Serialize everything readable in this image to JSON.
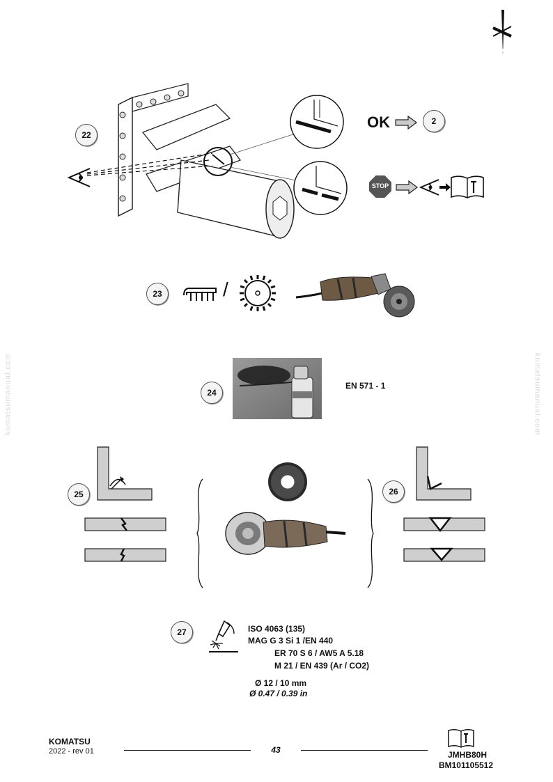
{
  "watermark": "komatsumanual.com",
  "steps": {
    "s22": "22",
    "s23": "23",
    "s24": "24",
    "s25": "25",
    "s26": "26",
    "s27": "27",
    "next": "2"
  },
  "labels": {
    "ok": "OK",
    "stop": "STOP",
    "slash": "/"
  },
  "spray_label": "EN 571 -  1",
  "welding": {
    "line1": "ISO 4063 (135)",
    "line2": "MAG  G 3 Si 1 /EN 440",
    "line3": "ER 70 S 6 / AW5 A 5.18",
    "line4": "M 21 / EN 439 (Ar / CO2)",
    "dia_mm": "Ø 12 / 10 mm",
    "dia_in": "Ø 0.47 / 0.39 in"
  },
  "footer": {
    "brand": "KOMATSU",
    "rev": "2022 -  rev 01",
    "page": "43",
    "model": "JMHB80H",
    "code": "BM101105512"
  }
}
